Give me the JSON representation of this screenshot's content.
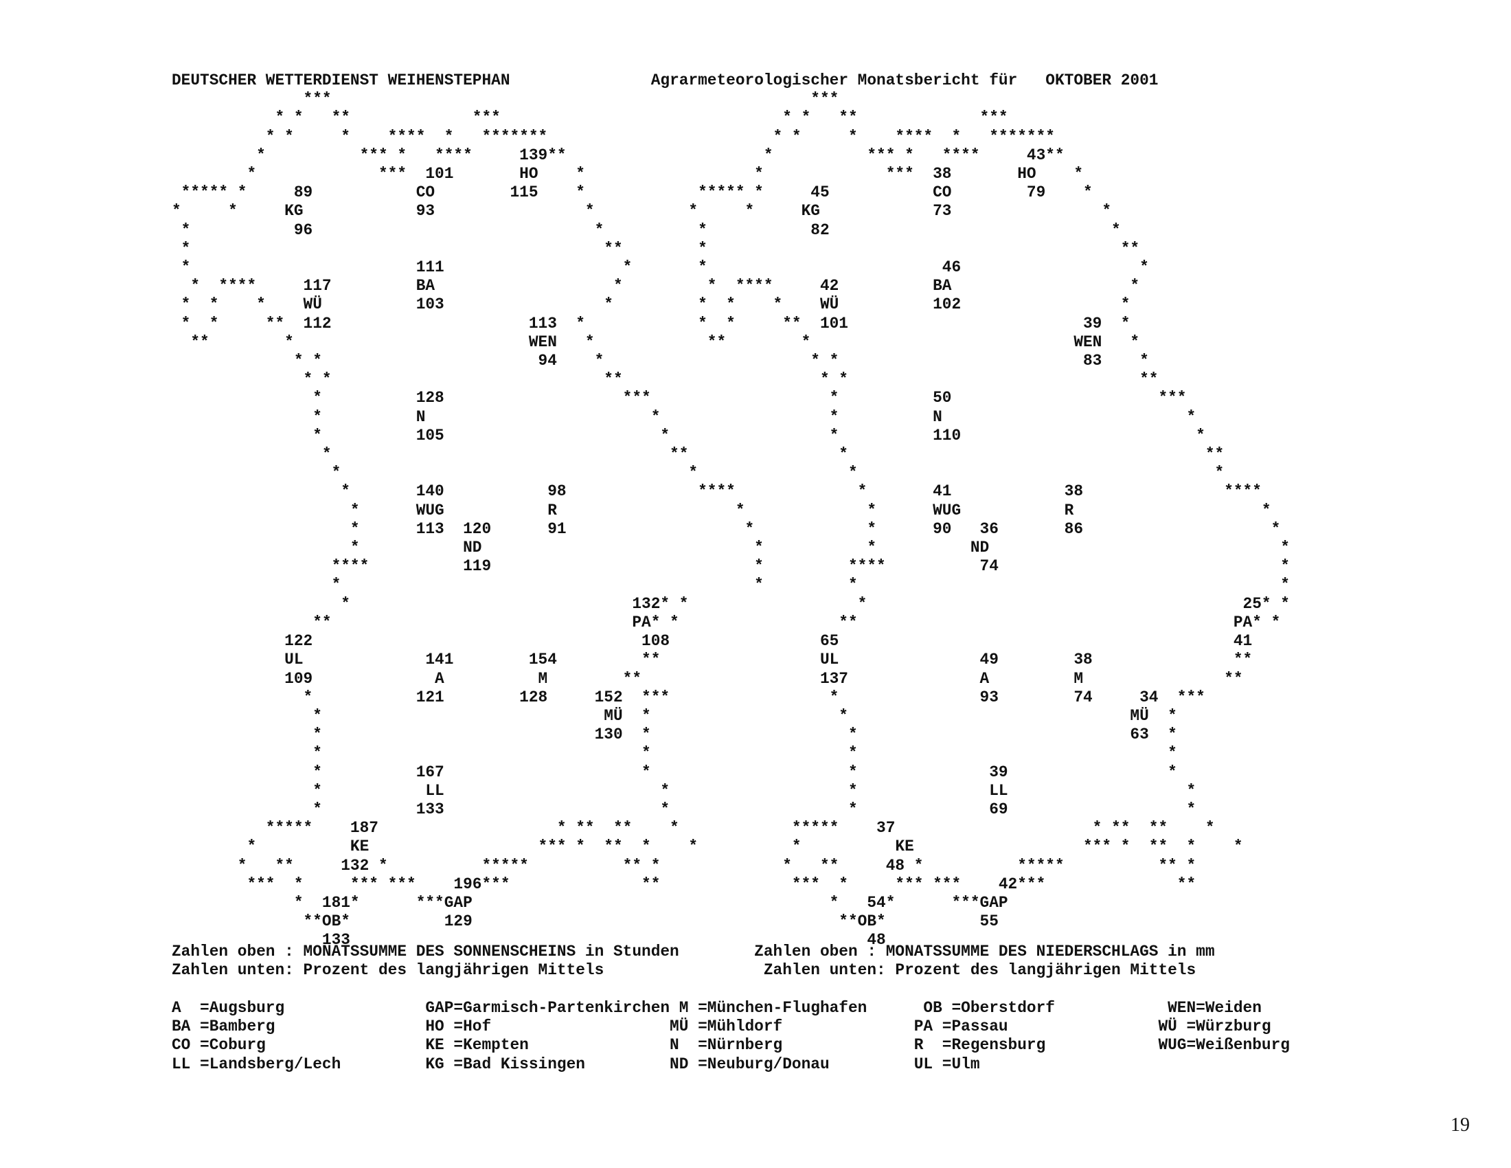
{
  "report": {
    "header_left": "DEUTSCHER WETTERDIENST WEIHENSTEPHAN",
    "header_right": "Agrarmeteorologischer Monatsbericht für   OKTOBER 2001",
    "map_lines": [
      "              ***                                                   ***",
      "           * *   **             ***                              * *   **             ***",
      "          * *     *    ****  *   *******                        * *     *    ****  *   *******",
      "         *          *** *   ****     139**                     *          *** *   ****     43**",
      "        *             ***  101       HO    *                  *             ***  38       HO    *",
      " ***** *     89           CO        115    *            ***** *     45           CO        79    *",
      "*     *     KG            93                *          *     *     KG            73                *",
      " *           96                              *          *           82                              *",
      " *                                            **        *                                            **",
      " *                        111                   *       *                         46                   *",
      "  *  ****     117         BA                   *         *  ****     42          BA                   *",
      " *  *    *    WÜ          103                 *         *  *    *    WÜ          102                 *",
      " *  *     **  112                     113  *            *  *     **  101                         39  *",
      "  **        *                         WEN   *            **        *                            WEN   *",
      "             * *                       94    *                      * *                          83    *",
      "              * *                             **                     * *                               **",
      "               *          128                   ***                   *          50                      ***",
      "               *          N                        *                  *          N                          *",
      "               *          105                       *                 *          110                         *",
      "                *                                    **                *                                      **",
      "                 *                                     *                *                                      *",
      "                  *       140           98              ****             *       41            38               ****",
      "                   *      WUG           R                   *             *      WUG           R                    *",
      "                   *      113  120      91                   *            *      90   36       86                    *",
      "                   *           ND                             *           *          ND                               *",
      "                 ****          119                            *         ****          74                              *",
      "                 *                                            *         *                                             *",
      "                  *                              132* *                  *                                        25* *",
      "               **                                PA* *                 **                                        PA* *",
      "            122                                   108                65                                          41",
      "            UL             141        154         **                 UL               49        38               **",
      "            109             A          M        **                   137              A         M               **",
      "              *           121        128     152  ***                 *               93        74     34  ***",
      "               *                              MÜ  *                    *                              MÜ  *",
      "               *                             130  *                     *                             63  *",
      "               *                                  *                     *                                 *",
      "               *          167                     *                     *              39                 *",
      "               *           LL                       *                   *              LL                   *",
      "               *          133                       *                   *              69                   *",
      "          *****    187                   * **  **    *            *****    37                     * **  **    *",
      "        *          KE                  *** *  **  *    *          *          KE                  *** *  **  *    *",
      "       *   **     132 *          *****          ** *             *   **     48 *          *****          ** *",
      "        ***  *     *** ***    196***              **              ***  *     *** ***    42***              **",
      "             *  181*      ***GAP                                      *   54*      ***GAP",
      "              **OB*          129                                       **OB*          55",
      "                133                                                       48"
    ],
    "caption_lines": [
      "Zahlen oben : MONATSSUMME DES SONNENSCHEINS in Stunden        Zahlen oben : MONATSSUMME DES NIEDERSCHLAGS in mm",
      "Zahlen unten: Prozent des langjährigen Mittels                 Zahlen unten: Prozent des langjährigen Mittels"
    ],
    "legend_lines": [
      "A  =Augsburg               GAP=Garmisch-Partenkirchen M =München-Flughafen      OB =Oberstdorf            WEN=Weiden",
      "BA =Bamberg                HO =Hof                   MÜ =Mühldorf              PA =Passau                WÜ =Würzburg",
      "CO =Coburg                 KE =Kempten               N  =Nürnberg              R  =Regensburg            WUG=Weißenburg",
      "LL =Landsberg/Lech         KG =Bad Kissingen         ND =Neuburg/Donau         UL =Ulm"
    ],
    "page_number": "19"
  }
}
